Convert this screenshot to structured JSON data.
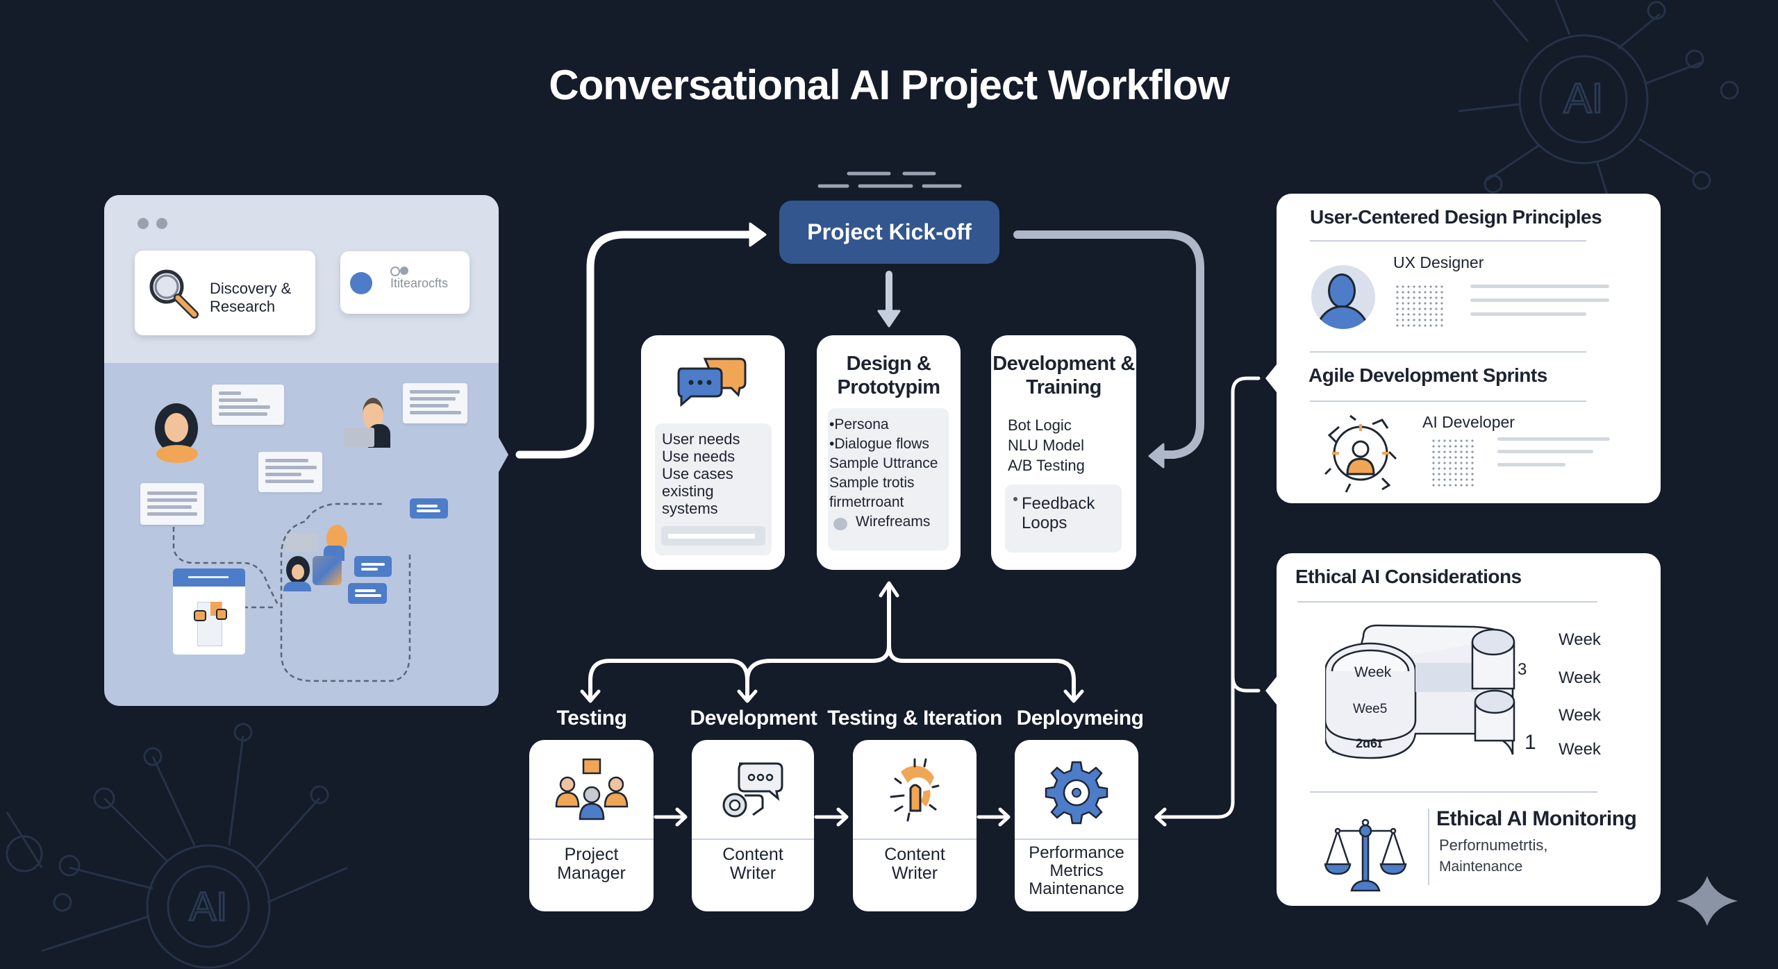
{
  "title": "Conversational AI Project Workflow",
  "colors": {
    "background": "#141b29",
    "accent_blue": "#33568f",
    "icon_blue": "#4d7cc9",
    "icon_orange": "#f0a655",
    "panel_light": "#d9dfeb",
    "panel_mid": "#b9c6df"
  },
  "left_panel": {
    "discovery_label_line1": "Discovery &",
    "discovery_label_line2": "Research",
    "message_label": "Ititearocfts"
  },
  "kickoff": {
    "label": "Project Kick-off"
  },
  "cards": [
    {
      "title": "",
      "icon": "chat-bubbles-icon",
      "items": [
        "User needs",
        "Use needs",
        "Use cases",
        "existing",
        "systems"
      ]
    },
    {
      "title_line1": "Design &",
      "title_line2": "Prototypim",
      "items": [
        "•Persona",
        "•Dialogue flows",
        "Sample Uttrance",
        "Sample trotis",
        "firmetrroant",
        "Wirefreams"
      ]
    },
    {
      "title_line1": "Development &",
      "title_line2": "Training",
      "items": [
        "Bot Logic",
        "NLU Model",
        "A/B Testing"
      ],
      "box_items": [
        "Feedback",
        "Loops"
      ]
    }
  ],
  "stages": [
    {
      "label": "Testing",
      "icon": "team-meeting-icon",
      "text": [
        "Project",
        "Manager"
      ]
    },
    {
      "label": "Development",
      "icon": "chat-writer-icon",
      "text": [
        "Content",
        "Writer"
      ]
    },
    {
      "label": "Testing & Iteration",
      "icon": "idea-bulb-icon",
      "text": [
        "Content",
        "Writer"
      ]
    },
    {
      "label": "Deploymeing",
      "icon": "gear-icon",
      "text": [
        "Performance",
        "Metrics",
        "Maintenance"
      ]
    }
  ],
  "right_panel_top": {
    "heading1": "User-Centered Design Principles",
    "role1": "UX Designer",
    "heading2": "Agile Development Sprints",
    "role2": "AI Developer"
  },
  "right_panel_bottom": {
    "heading": "Ethical AI Considerations",
    "sprint_labels": {
      "inner_top": "Week",
      "inner_mid": "Wee5",
      "inner_bottom": "2ɑ6ɪ",
      "num_top": "3",
      "num_bottom": "1"
    },
    "weeks": [
      "Week",
      "Week",
      "Week",
      "Week"
    ],
    "monitoring_title": "Ethical AI Monitoring",
    "monitoring_line1": "Perfornumetrtis,",
    "monitoring_line2": "Maintenance"
  },
  "background_badges": [
    "AI",
    "AI"
  ]
}
